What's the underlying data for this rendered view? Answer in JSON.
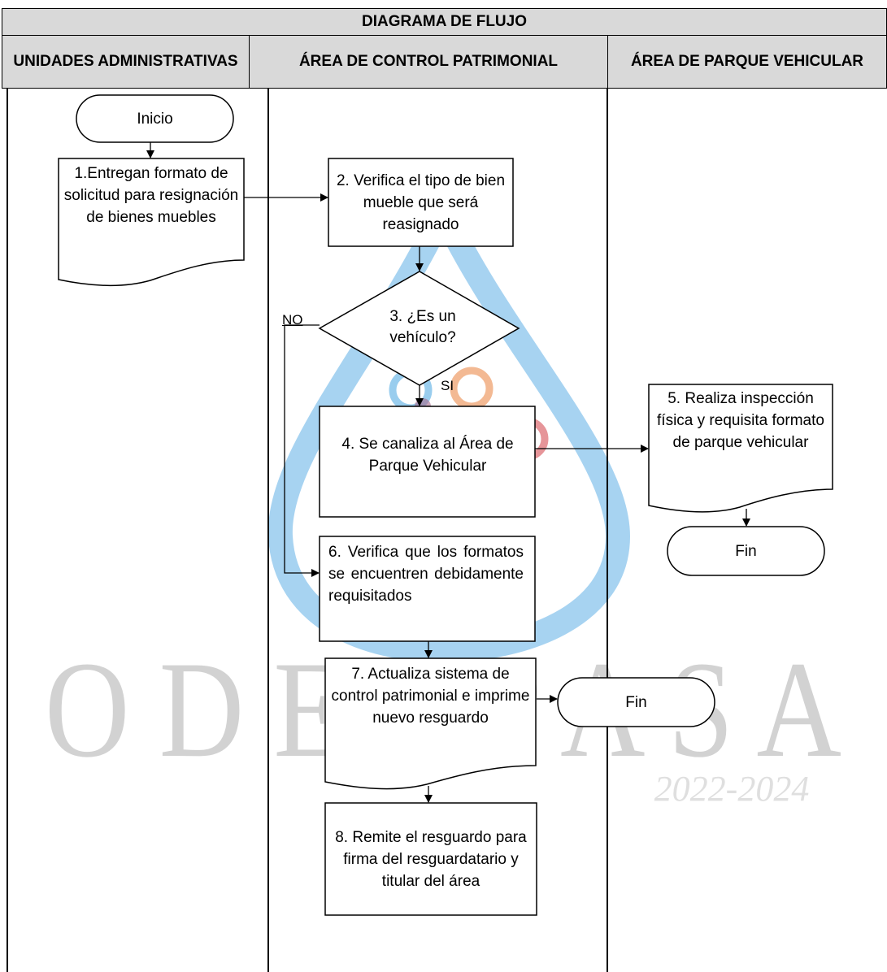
{
  "diagram": {
    "title": "DIAGRAMA DE FLUJO",
    "lanes": [
      "UNIDADES ADMINISTRATIVAS",
      "ÁREA DE CONTROL PATRIMONIAL",
      "ÁREA DE PARQUE VEHICULAR"
    ],
    "nodes": {
      "start": "Inicio",
      "step1": "1.Entregan formato de solicitud para resignación de bienes muebles",
      "step2": "2. Verifica el tipo de bien mueble que será reasignado",
      "step3": "3.   ¿Es un vehículo?",
      "step4": "4. Se canaliza al Área de Parque Vehicular",
      "step5": "5. Realiza inspección física y requisita formato de parque vehicular",
      "end_right": "Fin",
      "step6": "6.  Verifica que los formatos se encuentren debidamente requisitados",
      "step7": "7. Actualiza sistema de control patrimonial e imprime nuevo resguardo",
      "step8": "8. Remite el resguardo para firma del resguardatario y titular del área",
      "end_bottom": "Fin"
    },
    "edge_labels": {
      "no": "NO",
      "yes": "SI"
    },
    "watermark": {
      "text": "ODEAPASA",
      "years": "2022-2024"
    }
  }
}
